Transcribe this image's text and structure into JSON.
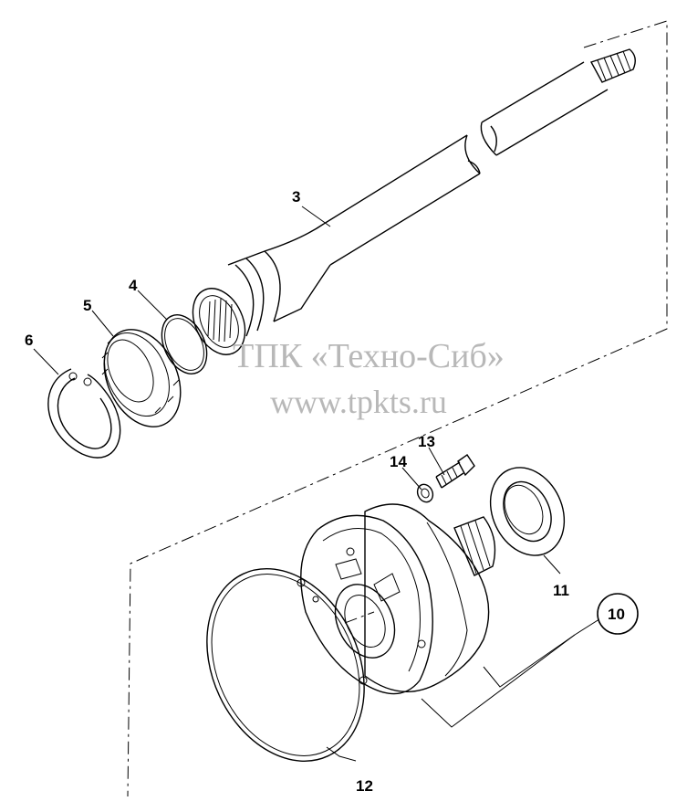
{
  "watermark": {
    "line1": "ТПК «Техно-Сиб»",
    "line2": "www.tpkts.ru"
  },
  "callouts": {
    "c3": "3",
    "c4": "4",
    "c5": "5",
    "c6": "6",
    "c10": "10",
    "c11": "11",
    "c12": "12",
    "c13": "13",
    "c14": "14"
  }
}
